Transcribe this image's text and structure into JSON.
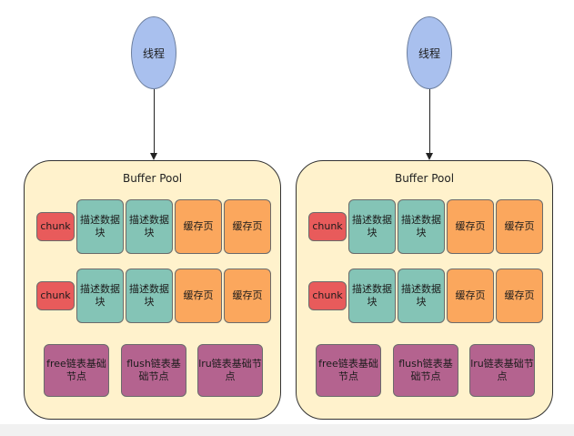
{
  "pools": [
    {
      "thread_label": "线程",
      "pool_title": "Buffer Pool",
      "rows": [
        {
          "chunk": "chunk",
          "descriptors": [
            "描述数据块",
            "描述数据块"
          ],
          "pages": [
            "缓存页",
            "缓存页"
          ]
        },
        {
          "chunk": "chunk",
          "descriptors": [
            "描述数据块",
            "描述数据块"
          ],
          "pages": [
            "缓存页",
            "缓存页"
          ]
        }
      ],
      "lists": [
        "free链表基础节点",
        "flush链表基础节点",
        "lru链表基础节点"
      ]
    },
    {
      "thread_label": "线程",
      "pool_title": "Buffer Pool",
      "rows": [
        {
          "chunk": "chunk",
          "descriptors": [
            "描述数据块",
            "描述数据块"
          ],
          "pages": [
            "缓存页",
            "缓存页"
          ]
        },
        {
          "chunk": "chunk",
          "descriptors": [
            "描述数据块",
            "描述数据块"
          ],
          "pages": [
            "缓存页",
            "缓存页"
          ]
        }
      ],
      "lists": [
        "free链表基础节点",
        "flush链表基础节点",
        "lru链表基础节点"
      ]
    }
  ],
  "colors": {
    "thread": "#a9c0ee",
    "pool_background": "#fff2cc",
    "chunk": "#e85b5b",
    "descriptor": "#84c4b6",
    "cache_page": "#fba75d",
    "list_node": "#b4638f"
  }
}
